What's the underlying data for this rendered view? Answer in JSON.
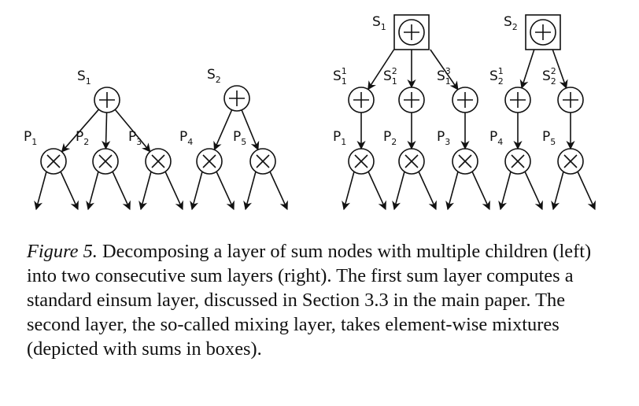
{
  "figure": {
    "caption_label": "Figure 5.",
    "caption_text": " Decomposing a layer of sum nodes with multiple children (left) into two consecutive sum layers (right). The first sum layer computes a standard einsum layer, discussed in Section 3.3 in the main paper. The second layer, the so-called mixing layer, takes element-wise mixtures (depicted with sums in boxes)."
  },
  "left_graph": {
    "sum_nodes": [
      {
        "base": "S",
        "sub": "1",
        "sup": "",
        "children": [
          "P1",
          "P2",
          "P3"
        ]
      },
      {
        "base": "S",
        "sub": "2",
        "sup": "",
        "children": [
          "P4",
          "P5"
        ]
      }
    ],
    "product_nodes": [
      {
        "base": "P",
        "sub": "1"
      },
      {
        "base": "P",
        "sub": "2"
      },
      {
        "base": "P",
        "sub": "3"
      },
      {
        "base": "P",
        "sub": "4"
      },
      {
        "base": "P",
        "sub": "5"
      }
    ]
  },
  "right_graph": {
    "mixing_nodes": [
      {
        "base": "S",
        "sub": "1",
        "sup": "",
        "children": [
          "S1_1",
          "S1_2",
          "S1_3"
        ]
      },
      {
        "base": "S",
        "sub": "2",
        "sup": "",
        "children": [
          "S2_1",
          "S2_2"
        ]
      }
    ],
    "einsum_nodes": [
      {
        "base": "S",
        "sub": "1",
        "sup": "1"
      },
      {
        "base": "S",
        "sub": "1",
        "sup": "2"
      },
      {
        "base": "S",
        "sub": "1",
        "sup": "3"
      },
      {
        "base": "S",
        "sub": "2",
        "sup": "1"
      },
      {
        "base": "S",
        "sub": "2",
        "sup": "2"
      }
    ],
    "product_nodes": [
      {
        "base": "P",
        "sub": "1"
      },
      {
        "base": "P",
        "sub": "2"
      },
      {
        "base": "P",
        "sub": "3"
      },
      {
        "base": "P",
        "sub": "4"
      },
      {
        "base": "P",
        "sub": "5"
      }
    ]
  }
}
